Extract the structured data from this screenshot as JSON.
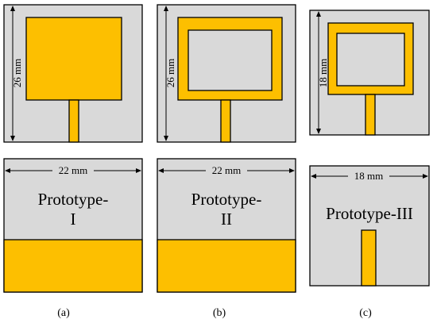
{
  "colors": {
    "substrate": "#d9d9d9",
    "copper": "#fdbf00",
    "outline": "#000000"
  },
  "prototypes": [
    {
      "caption": "(a)",
      "height_label": "26 mm",
      "width_label": "22 mm",
      "name_line1": "Prototype-",
      "name_line2": "I"
    },
    {
      "caption": "(b)",
      "height_label": "26 mm",
      "width_label": "22 mm",
      "name_line1": "Prototype-",
      "name_line2": "II"
    },
    {
      "caption": "(c)",
      "height_label": "18 mm",
      "width_label": "18 mm",
      "name": "Prototype-III"
    }
  ]
}
